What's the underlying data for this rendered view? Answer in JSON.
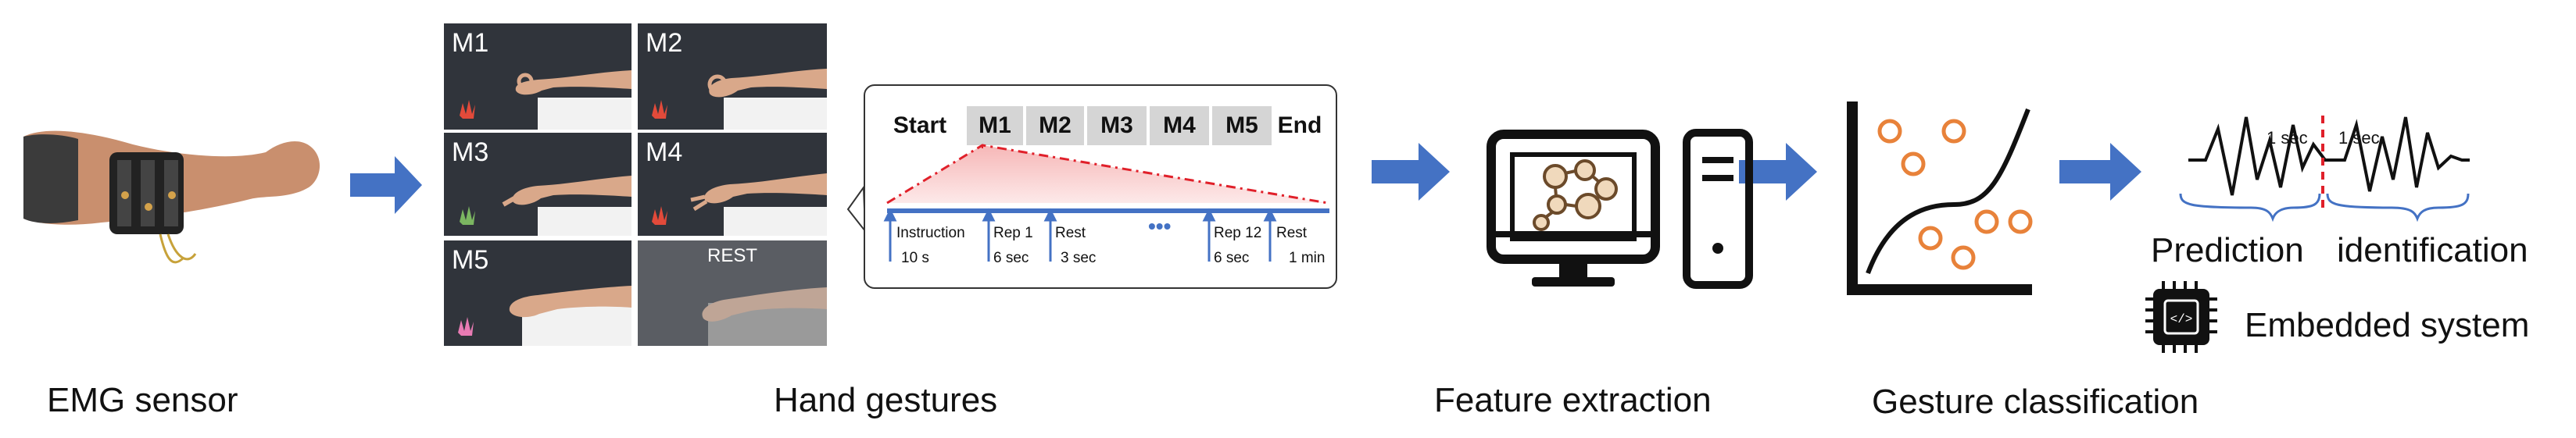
{
  "captions": {
    "emg_sensor": "EMG sensor",
    "hand_gestures": "Hand gestures",
    "feature_extraction": "Feature extraction",
    "gesture_classification": "Gesture classification",
    "prediction": "Prediction",
    "identification": "identification",
    "embedded_system": "Embedded system"
  },
  "gestures": {
    "m1": "M1",
    "m2": "M2",
    "m3": "M3",
    "m4": "M4",
    "m5": "M5",
    "rest": "REST"
  },
  "protocol": {
    "start": "Start",
    "segments": [
      "M1",
      "M2",
      "M3",
      "M4",
      "M5"
    ],
    "end": "End",
    "instruction": "Instruction",
    "instruction_time": "10 s",
    "rep1": "Rep 1",
    "rep1_time": "6 sec",
    "rest1": "Rest",
    "rest1_time": "3 sec",
    "ellipsis": "•••",
    "rep12": "Rep 12",
    "rep12_time": "6 sec",
    "rest_final": "Rest",
    "rest_final_time": "1 min"
  },
  "signal": {
    "window1": "1 sec",
    "window2": "1 sec"
  },
  "colors": {
    "arrow_blue": "#4472c4",
    "timeline_blue": "#4472c4",
    "dashed_red": "#e0202a",
    "scatter_orange": "#e8823a",
    "segment_gray": "#d5d5d5"
  },
  "icons": [
    "arm-with-emg-band",
    "hand-gesture-photo",
    "monitor-icon",
    "computer-tower-icon",
    "scatter-plot-icon",
    "chip-icon"
  ]
}
